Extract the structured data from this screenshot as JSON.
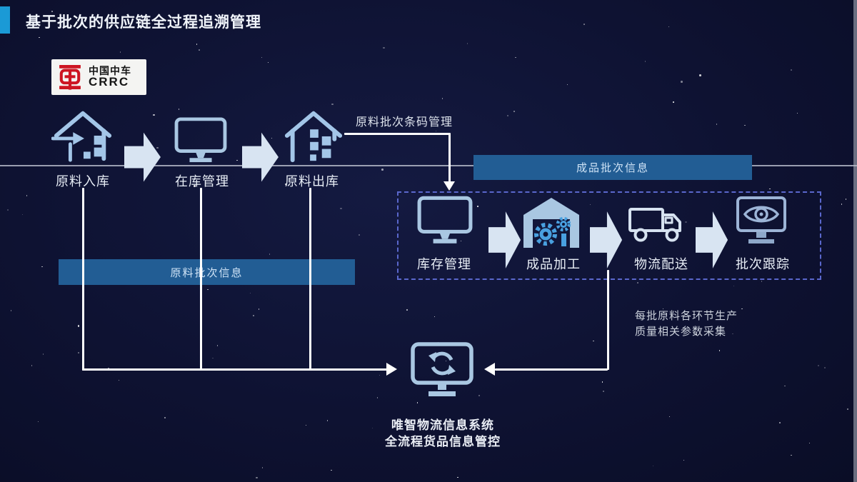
{
  "page": {
    "title": "基于批次的供应链全过程追溯管理"
  },
  "logo": {
    "glyph": "车",
    "name_cn": "中国中车",
    "name_en": "CRRC"
  },
  "top_flow": {
    "steps": [
      {
        "label": "原料入库",
        "icon": "warehouse-in-icon"
      },
      {
        "label": "在库管理",
        "icon": "monitor-icon"
      },
      {
        "label": "原料出库",
        "icon": "warehouse-out-icon"
      }
    ],
    "barcode_note": "原料批次条码管理"
  },
  "info_bars": {
    "material_batch": "原料批次信息",
    "finished_batch": "成品批次信息"
  },
  "process_box": {
    "steps": [
      {
        "label": "库存管理",
        "icon": "monitor-icon"
      },
      {
        "label": "成品加工",
        "icon": "factory-gears-icon"
      },
      {
        "label": "物流配送",
        "icon": "truck-icon"
      },
      {
        "label": "批次跟踪",
        "icon": "monitor-eye-icon"
      }
    ]
  },
  "annotation": {
    "line1": "每批原料各环节生产",
    "line2": "质量相关参数采集"
  },
  "system": {
    "icon": "monitor-sync-icon",
    "line1": "唯智物流信息系统",
    "line2": "全流程货品信息管控"
  },
  "colors": {
    "background": "#0e1232",
    "accent_blue": "#1b9ad6",
    "bar_blue": "#225d94",
    "dashed_border": "#5a67cc",
    "icon_blue": "#a9c7e2",
    "block_arrow": "#d8e4f2",
    "gear_blue": "#49a0e0",
    "crrc_red": "#cd1522",
    "flow_line": "#ffffff"
  }
}
